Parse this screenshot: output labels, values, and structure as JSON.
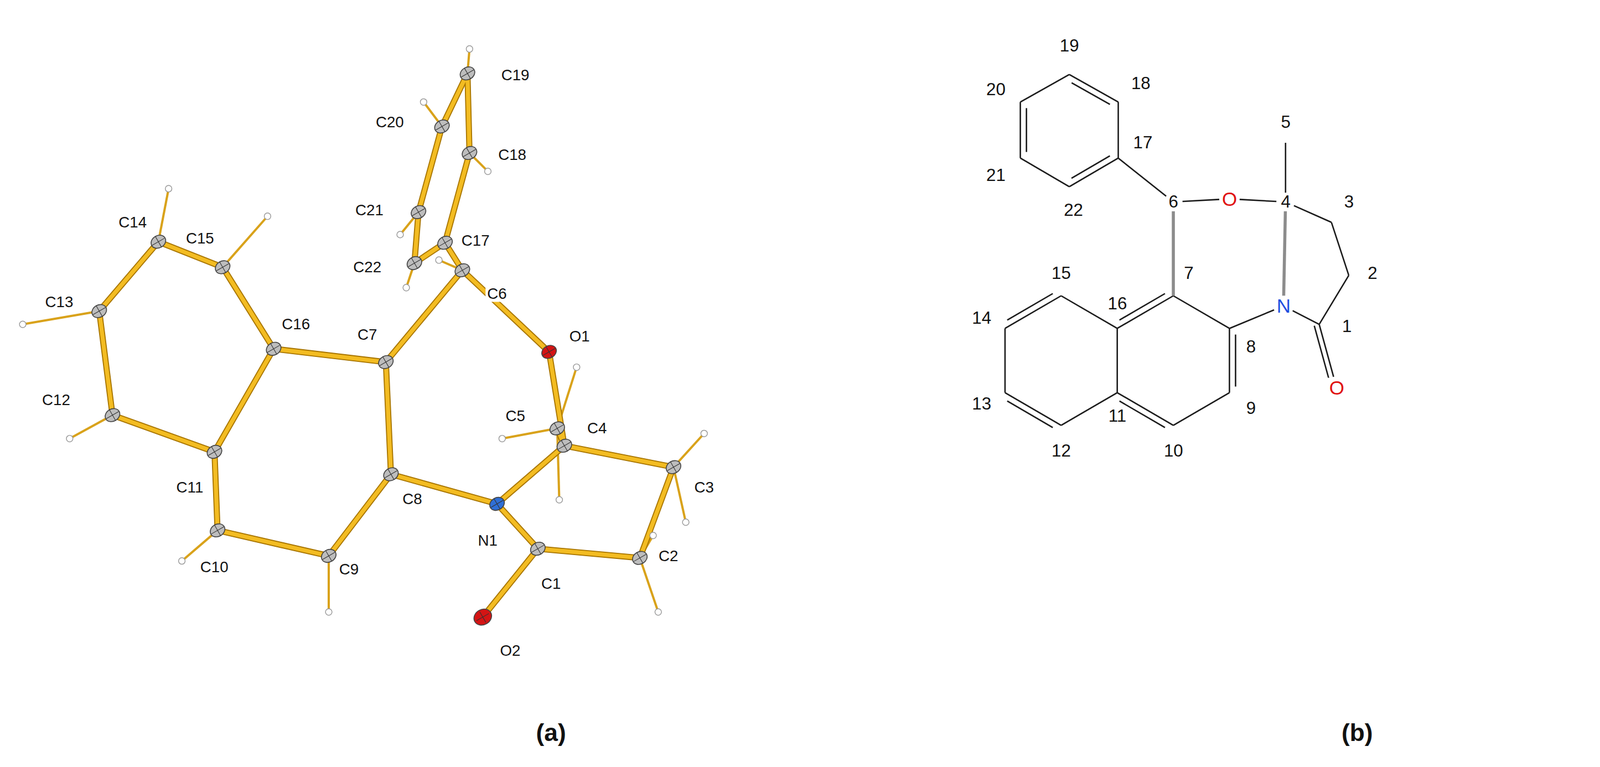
{
  "diagram": {
    "labels": [
      "C19",
      "C20",
      "C18",
      "C14",
      "C21",
      "C17",
      "C15",
      "C13",
      "C16",
      "C22",
      "C6",
      "O1",
      "C7",
      "C5",
      "C4",
      "C12",
      "C11",
      "C3",
      "C8",
      "N1",
      "C10",
      "C9",
      "C1",
      "C2",
      "O2",
      "(a)",
      "19",
      "18",
      "20",
      "5",
      "17",
      "6",
      "O",
      "4",
      "3",
      "21",
      "2",
      "22",
      "15",
      "16",
      "7",
      "14",
      "8",
      "N",
      "1",
      "O",
      "13",
      "9",
      "12",
      "11",
      "10",
      "(b)"
    ]
  }
}
